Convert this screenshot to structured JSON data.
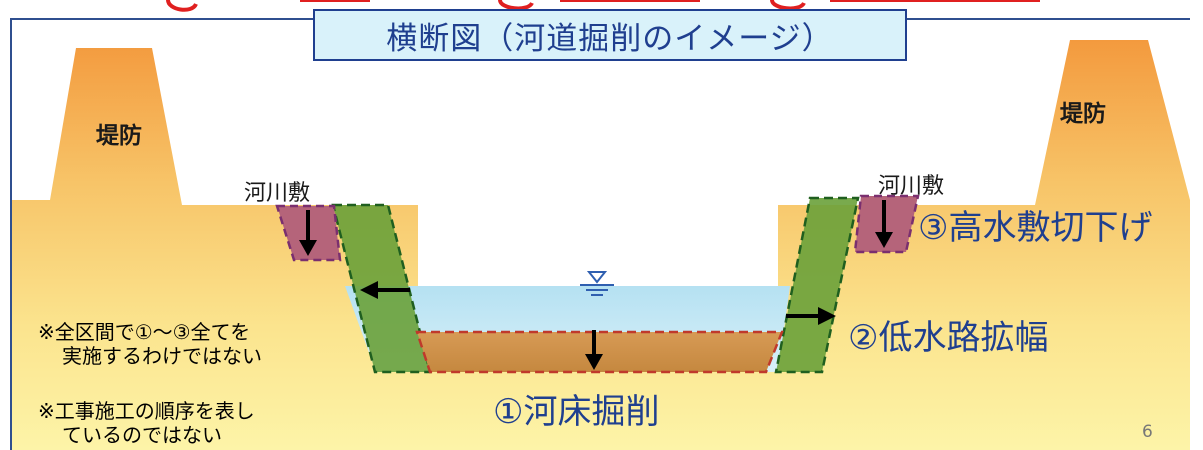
{
  "title": "横断図（河道掘削のイメージ）",
  "labels": {
    "levee_left": "堤防",
    "levee_right": "堤防",
    "floodplain_left": "河川敷",
    "floodplain_right": "河川敷"
  },
  "callouts": {
    "riverbed_excavation": "①河床掘削",
    "channel_widening": "②低水路拡幅",
    "floodplain_lowering": "③高水敷切下げ"
  },
  "notes": {
    "note1_line1": "※全区間で①～③全てを",
    "note1_line2": "実施するわけではない",
    "note2_line1": "※工事施工の順序を表し",
    "note2_line2": "ているのではない"
  },
  "page_number": "6",
  "colors": {
    "ground_top": "#f5a54a",
    "ground_bottom": "#fdf3a6",
    "water": "#bfe6f3",
    "excavation_green": "#6aa13a",
    "excavation_brown": "#c88a45",
    "terrace_pink": "#b5647a",
    "title_text": "#1f3f8f",
    "callout_text": "#1f3f8f"
  }
}
